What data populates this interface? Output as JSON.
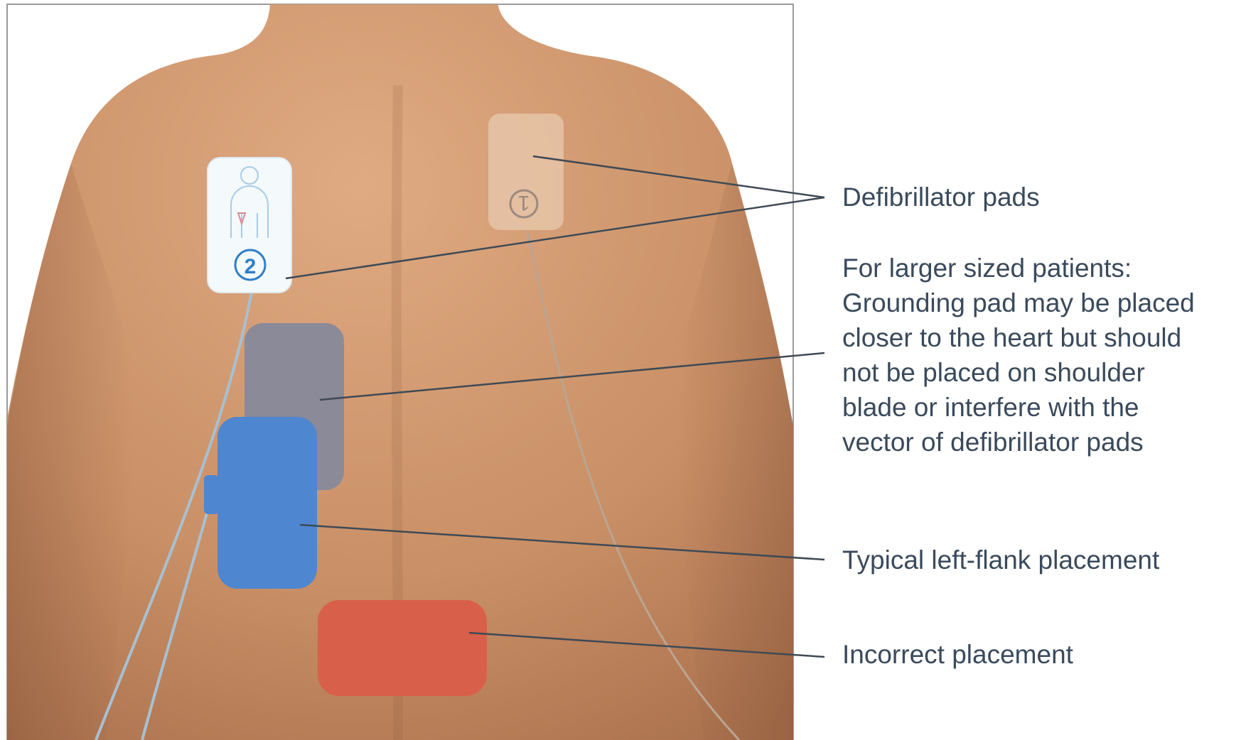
{
  "figure": {
    "pad_numbers": {
      "pad_1": "1",
      "pad_2": "2"
    }
  },
  "callouts": {
    "defibrillator_pads": "Defibrillator pads",
    "larger_patients": [
      "For larger sized patients:",
      "Grounding pad may be placed",
      "closer to the heart but should",
      "not be placed on shoulder",
      "blade or interfere with the",
      "vector of defibrillator pads"
    ],
    "typical_placement": "Typical left-flank placement",
    "incorrect_placement": "Incorrect placement"
  },
  "colors": {
    "text": "#3a4a5c",
    "skin": "#c98f66",
    "gray_pad": "#8a8a98",
    "blue_pad": "#4f86d0",
    "red_pad": "#d8604a",
    "defib_pad_back": "#e6c4a8",
    "defib_pad_front": "#f4f9fc",
    "pad_accent": "#2f7fc8",
    "cable": "#a7c0d2"
  }
}
